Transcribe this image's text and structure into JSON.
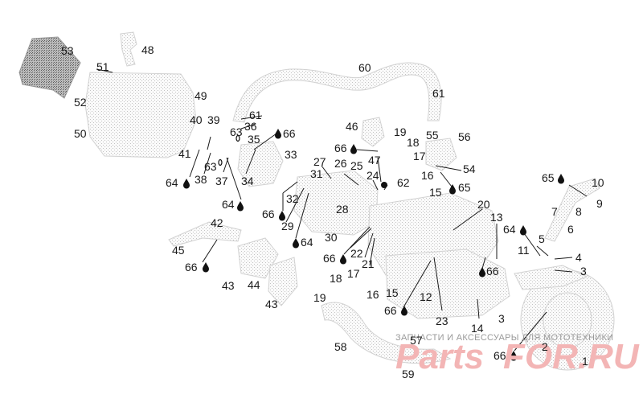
{
  "callouts": [
    {
      "id": "c53",
      "text": "53"
    },
    {
      "id": "c48",
      "text": "48"
    },
    {
      "id": "c51",
      "text": "51"
    },
    {
      "id": "c60",
      "text": "60"
    },
    {
      "id": "c61a",
      "text": "61"
    },
    {
      "id": "c52",
      "text": "52"
    },
    {
      "id": "c49",
      "text": "49"
    },
    {
      "id": "c40",
      "text": "40"
    },
    {
      "id": "c39",
      "text": "39"
    },
    {
      "id": "c61b",
      "text": "61"
    },
    {
      "id": "c36",
      "text": "36"
    },
    {
      "id": "c63a",
      "text": "63"
    },
    {
      "id": "c66a",
      "text": "66"
    },
    {
      "id": "c50",
      "text": "50"
    },
    {
      "id": "c35",
      "text": "35"
    },
    {
      "id": "c46",
      "text": "46"
    },
    {
      "id": "c19a",
      "text": "19"
    },
    {
      "id": "c18a",
      "text": "18"
    },
    {
      "id": "c55",
      "text": "55"
    },
    {
      "id": "c56",
      "text": "56"
    },
    {
      "id": "c66b",
      "text": "66"
    },
    {
      "id": "c47",
      "text": "47"
    },
    {
      "id": "c17a",
      "text": "17"
    },
    {
      "id": "c41",
      "text": "41"
    },
    {
      "id": "c33",
      "text": "33"
    },
    {
      "id": "c63b",
      "text": "63"
    },
    {
      "id": "c27",
      "text": "27"
    },
    {
      "id": "c26",
      "text": "26"
    },
    {
      "id": "c25",
      "text": "25"
    },
    {
      "id": "c54",
      "text": "54"
    },
    {
      "id": "c64a",
      "text": "64"
    },
    {
      "id": "c38",
      "text": "38"
    },
    {
      "id": "c37",
      "text": "37"
    },
    {
      "id": "c34",
      "text": "34"
    },
    {
      "id": "c31",
      "text": "31"
    },
    {
      "id": "c24",
      "text": "24"
    },
    {
      "id": "c16a",
      "text": "16"
    },
    {
      "id": "c62",
      "text": "62"
    },
    {
      "id": "c65a",
      "text": "65"
    },
    {
      "id": "c65b",
      "text": "65"
    },
    {
      "id": "c10",
      "text": "10"
    },
    {
      "id": "c15a",
      "text": "15"
    },
    {
      "id": "c32",
      "text": "32"
    },
    {
      "id": "c9",
      "text": "9"
    },
    {
      "id": "c64b",
      "text": "64"
    },
    {
      "id": "c20",
      "text": "20"
    },
    {
      "id": "c66c",
      "text": "66"
    },
    {
      "id": "c28",
      "text": "28"
    },
    {
      "id": "c7",
      "text": "7"
    },
    {
      "id": "c8",
      "text": "8"
    },
    {
      "id": "c13",
      "text": "13"
    },
    {
      "id": "c42",
      "text": "42"
    },
    {
      "id": "c29",
      "text": "29"
    },
    {
      "id": "c64c",
      "text": "64"
    },
    {
      "id": "c6",
      "text": "6"
    },
    {
      "id": "c30",
      "text": "30"
    },
    {
      "id": "c64d",
      "text": "64"
    },
    {
      "id": "c5",
      "text": "5"
    },
    {
      "id": "c45",
      "text": "45"
    },
    {
      "id": "c22",
      "text": "22"
    },
    {
      "id": "c11",
      "text": "11"
    },
    {
      "id": "c66d",
      "text": "66"
    },
    {
      "id": "c4",
      "text": "4"
    },
    {
      "id": "c66e",
      "text": "66"
    },
    {
      "id": "c21",
      "text": "21"
    },
    {
      "id": "c17b",
      "text": "17"
    },
    {
      "id": "c3a",
      "text": "3"
    },
    {
      "id": "c66f",
      "text": "66"
    },
    {
      "id": "c18b",
      "text": "18"
    },
    {
      "id": "c43a",
      "text": "43"
    },
    {
      "id": "c44",
      "text": "44"
    },
    {
      "id": "c16b",
      "text": "16"
    },
    {
      "id": "c15b",
      "text": "15"
    },
    {
      "id": "c19b",
      "text": "19"
    },
    {
      "id": "c12",
      "text": "12"
    },
    {
      "id": "c43b",
      "text": "43"
    },
    {
      "id": "c66g",
      "text": "66"
    },
    {
      "id": "c23",
      "text": "23"
    },
    {
      "id": "c3b",
      "text": "3"
    },
    {
      "id": "c14",
      "text": "14"
    },
    {
      "id": "c57",
      "text": "57"
    },
    {
      "id": "c58",
      "text": "58"
    },
    {
      "id": "c2",
      "text": "2"
    },
    {
      "id": "c66h",
      "text": "66"
    },
    {
      "id": "c1",
      "text": "1"
    },
    {
      "id": "c59",
      "text": "59"
    }
  ],
  "watermark": {
    "tagline": "ЗАПЧАСТИ И АКСЕССУАРЫ ДЛЯ МОТОТЕХНИКИ",
    "logo_left": "Parts",
    "logo_right": "FOR.RU"
  },
  "colors": {
    "ink": "#1a1a1a",
    "stipple": "#cfcfcf",
    "watermark": "#f3b5b5"
  },
  "icons": [
    "oil-drop-icon",
    "sealant-icon"
  ]
}
